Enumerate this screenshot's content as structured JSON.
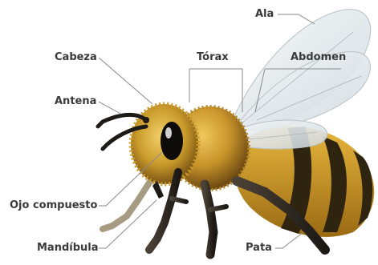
{
  "labels": {
    "ala": "Ala",
    "cabeza": "Cabeza",
    "torax": "Tórax",
    "abdomen": "Abdomen",
    "antena": "Antena",
    "ojo_compuesto": "Ojo compuesto",
    "mandibula": "Mandíbula",
    "pata": "Pata"
  },
  "colors": {
    "body_gold": "#d4a02a",
    "body_dark": "#3a2a10",
    "leg_dark": "#2a2520",
    "wing": "#dfe6ea",
    "leader_line": "#8a8a8a",
    "label_text": "#3a3a3a"
  }
}
